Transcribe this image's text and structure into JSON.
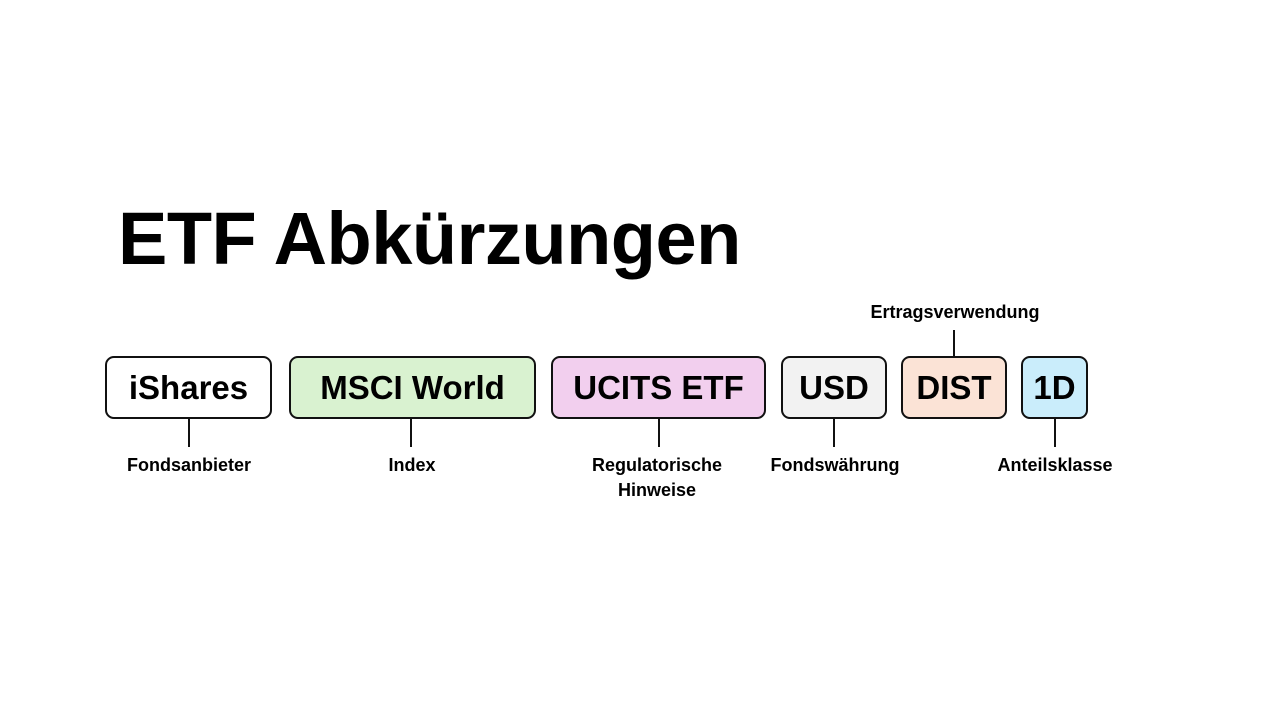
{
  "slide": {
    "title": "ETF Abkürzungen"
  },
  "parts": [
    {
      "id": "ishares",
      "text": "iShares",
      "label": "Fondsanbieter",
      "label_position": "below",
      "fill": "#ffffff"
    },
    {
      "id": "msci-world",
      "text": "MSCI World",
      "label": "Index",
      "label_position": "below",
      "fill": "#d9f2d0"
    },
    {
      "id": "ucits-etf",
      "text": "UCITS ETF",
      "label_line1": "Regulatorische",
      "label_line2": "Hinweise",
      "label_position": "below",
      "fill": "#f2cfee"
    },
    {
      "id": "usd",
      "text": "USD",
      "label": "Fondswährung",
      "label_position": "below",
      "fill": "#f2f2f2"
    },
    {
      "id": "dist",
      "text": "DIST",
      "label": "Ertragsverwendung",
      "label_position": "above",
      "fill": "#fbe3d6"
    },
    {
      "id": "1d",
      "text": "1D",
      "label": "Anteilsklasse",
      "label_position": "below",
      "fill": "#caedfb"
    }
  ]
}
